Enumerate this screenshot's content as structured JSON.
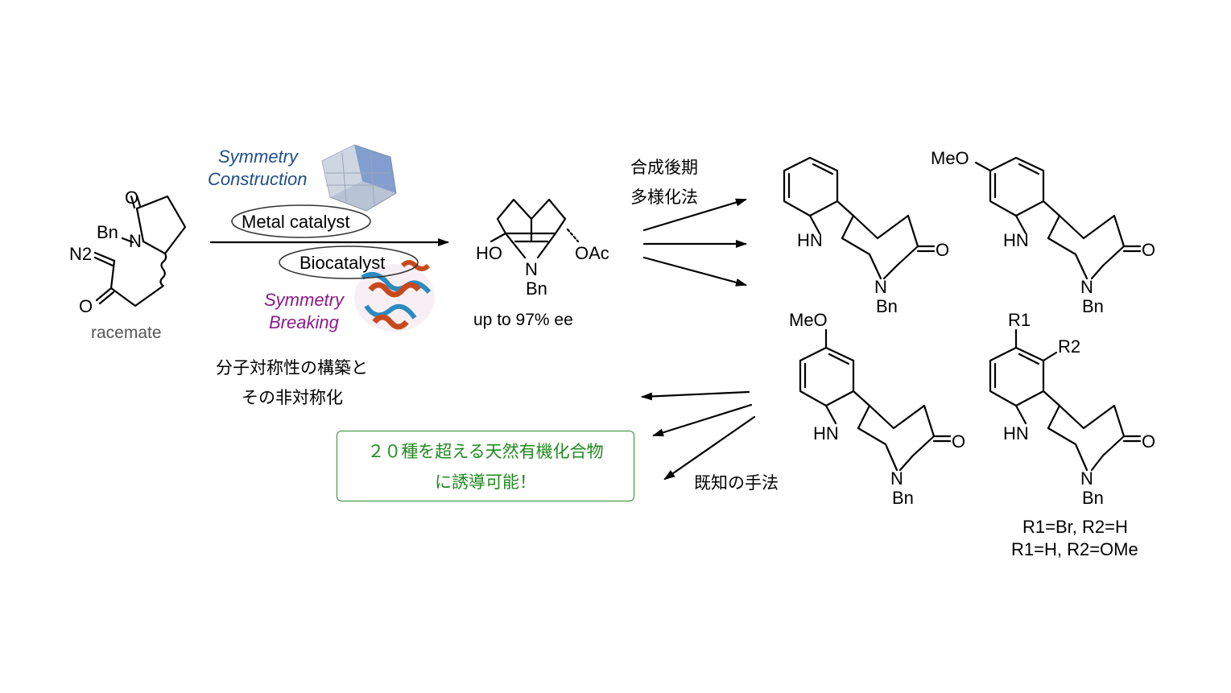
{
  "figure": {
    "start": {
      "bn_label": "Bn",
      "n_label": "N",
      "o_label": "O",
      "o2_label": "O",
      "n2_label": "N2",
      "caption": "racemate"
    },
    "catalysis": {
      "symmetry_construction_line1": "Symmetry",
      "symmetry_construction_line2": "Construction",
      "metal_catalyst": "Metal catalyst",
      "biocatalyst": "Biocatalyst",
      "symmetry_breaking_line1": "Symmetry",
      "symmetry_breaking_line2": "Breaking",
      "construction_color": "#1f4e8c",
      "breaking_color": "#8b1a8b"
    },
    "product": {
      "ho_label": "HO",
      "oac_label": "OAc",
      "n_label": "N",
      "bn_label": "Bn",
      "ee_caption": "up to 97% ee"
    },
    "japanese_caption": {
      "line1": "分子対称性の構築と",
      "line2": "その非対称化"
    },
    "late_stage": {
      "line1": "合成後期",
      "line2": "多様化法"
    },
    "known_method": "既知の手法",
    "highlight_box": {
      "line1": "２０種を超える天然有機化合物",
      "line2": "に誘導可能！",
      "color": "#1f8a1f"
    },
    "alkaloids": {
      "hn": "HN",
      "n": "N",
      "bn": "Bn",
      "o": "O",
      "meo": "MeO",
      "r1": "R1",
      "r2": "R2",
      "substituents_line1": "R1=Br, R2=H",
      "substituents_line2": "R1=H, R2=OMe"
    }
  }
}
